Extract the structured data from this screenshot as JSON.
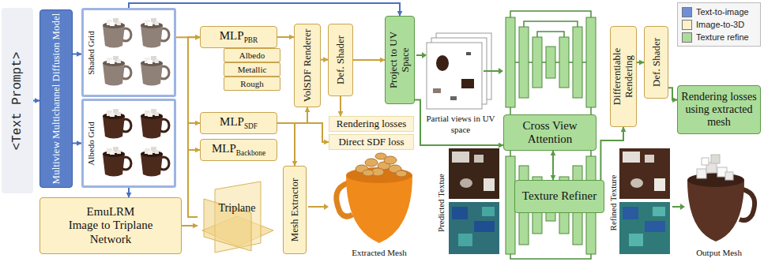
{
  "diagram": {
    "nodes": [
      {
        "text": [
          "<Text Prompt>"
        ]
      },
      {
        "text": [
          "Multiview Multichannel Diffusion Model"
        ]
      },
      {
        "text": [
          "Shaded Grid"
        ]
      },
      {
        "text": [
          "Albedo Grid"
        ]
      },
      {
        "text": [
          "EmuLRM",
          "Image to Triplane Network"
        ]
      },
      {
        "text": [
          "Triplane"
        ]
      },
      {
        "text": [
          "MLP",
          "PBR"
        ]
      },
      {
        "text": [
          "Albedo"
        ]
      },
      {
        "text": [
          "Metallic"
        ]
      },
      {
        "text": [
          "Rough"
        ]
      },
      {
        "text": [
          "MLP",
          "SDF"
        ]
      },
      {
        "text": [
          "MLP",
          "Backbone"
        ]
      },
      {
        "text": [
          "VolSDF Renderer"
        ]
      },
      {
        "text": [
          "Def. Shader"
        ]
      },
      {
        "text": [
          "Project to UV Space"
        ]
      },
      {
        "text": [
          "Mesh Extractor"
        ]
      },
      {
        "text": [
          "Rendering losses"
        ]
      },
      {
        "text": [
          "Direct SDF loss"
        ]
      },
      {
        "text": [
          "Cross View Attention"
        ]
      },
      {
        "text": [
          "Texture Refiner"
        ]
      },
      {
        "text": [
          "Differentiable Rendering"
        ]
      },
      {
        "text": [
          "Def. Shader"
        ]
      },
      {
        "text": [
          "Rendering losses using extracted mesh"
        ]
      }
    ],
    "edges": [
      {
        "from": 0,
        "to": 1,
        "arrow": "to"
      },
      {
        "from": 1,
        "to": 2,
        "arrow": "to"
      },
      {
        "from": 1,
        "to": 3,
        "arrow": "to"
      },
      {
        "from": 2,
        "to": 14,
        "arrow": "to"
      },
      {
        "from": 3,
        "to": 4,
        "arrow": "to"
      },
      {
        "from": 4,
        "to": 5,
        "arrow": "to"
      },
      {
        "from": 5,
        "to": 6,
        "arrow": "to"
      },
      {
        "from": 5,
        "to": 10,
        "arrow": "to"
      },
      {
        "from": 5,
        "to": 11,
        "arrow": "to"
      },
      {
        "from": 2,
        "to": 6,
        "arrow": "to"
      },
      {
        "from": 6,
        "to": 12,
        "arrow": "to"
      },
      {
        "from": 10,
        "to": 12,
        "arrow": "to"
      },
      {
        "from": 10,
        "to": 15,
        "arrow": "to"
      },
      {
        "from": 10,
        "to": 17,
        "arrow": "to"
      },
      {
        "from": 12,
        "to": 13,
        "arrow": "to"
      },
      {
        "from": 13,
        "to": 16,
        "arrow": "to"
      },
      {
        "from": 13,
        "to": 14,
        "arrow": "to"
      },
      {
        "from": 14,
        "to": 18,
        "arrow": "to"
      },
      {
        "from": 19,
        "to": 18,
        "arrow": "both"
      },
      {
        "from": 19,
        "to": 20,
        "arrow": "to"
      },
      {
        "from": 20,
        "to": 21,
        "arrow": "to"
      },
      {
        "from": 21,
        "to": 22,
        "arrow": "to"
      }
    ],
    "labels": [
      "Partial views in UV space",
      "Extracted Mesh",
      "Predicted Textue",
      "Refined Texture",
      "Output Mesh"
    ],
    "legend": [
      {
        "text": "Text-to-image",
        "color": "#6f8fd6"
      },
      {
        "text": "Image-to-3D",
        "color": "#fdf1c9"
      },
      {
        "text": "Texture refine",
        "color": "#acdc9a"
      }
    ]
  }
}
